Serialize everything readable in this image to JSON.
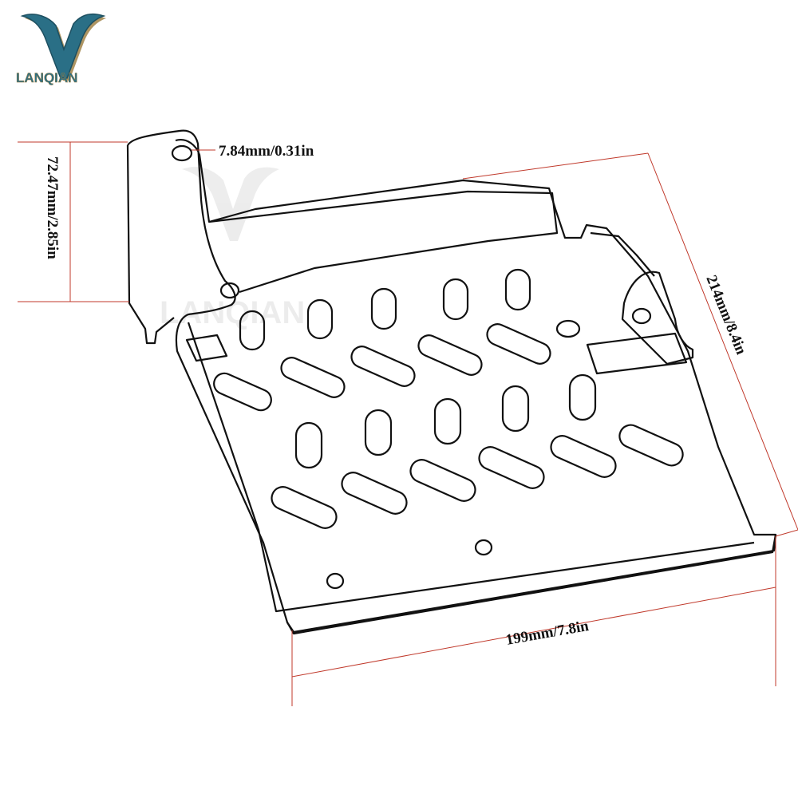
{
  "brand": {
    "name": "LANQIAN",
    "logo_letter": "V",
    "logo_color": "#2a6f86",
    "logo_shadow": "#9a7a3c"
  },
  "watermark": {
    "text": "LANQIAN"
  },
  "dimensions": {
    "hole": "7.84mm/0.31in",
    "height": "72.47mm/2.85in",
    "length": "214mm/8.4in",
    "width": "199mm/7.8in"
  },
  "colors": {
    "dimension_line": "#c0392b",
    "outline": "#111111"
  }
}
